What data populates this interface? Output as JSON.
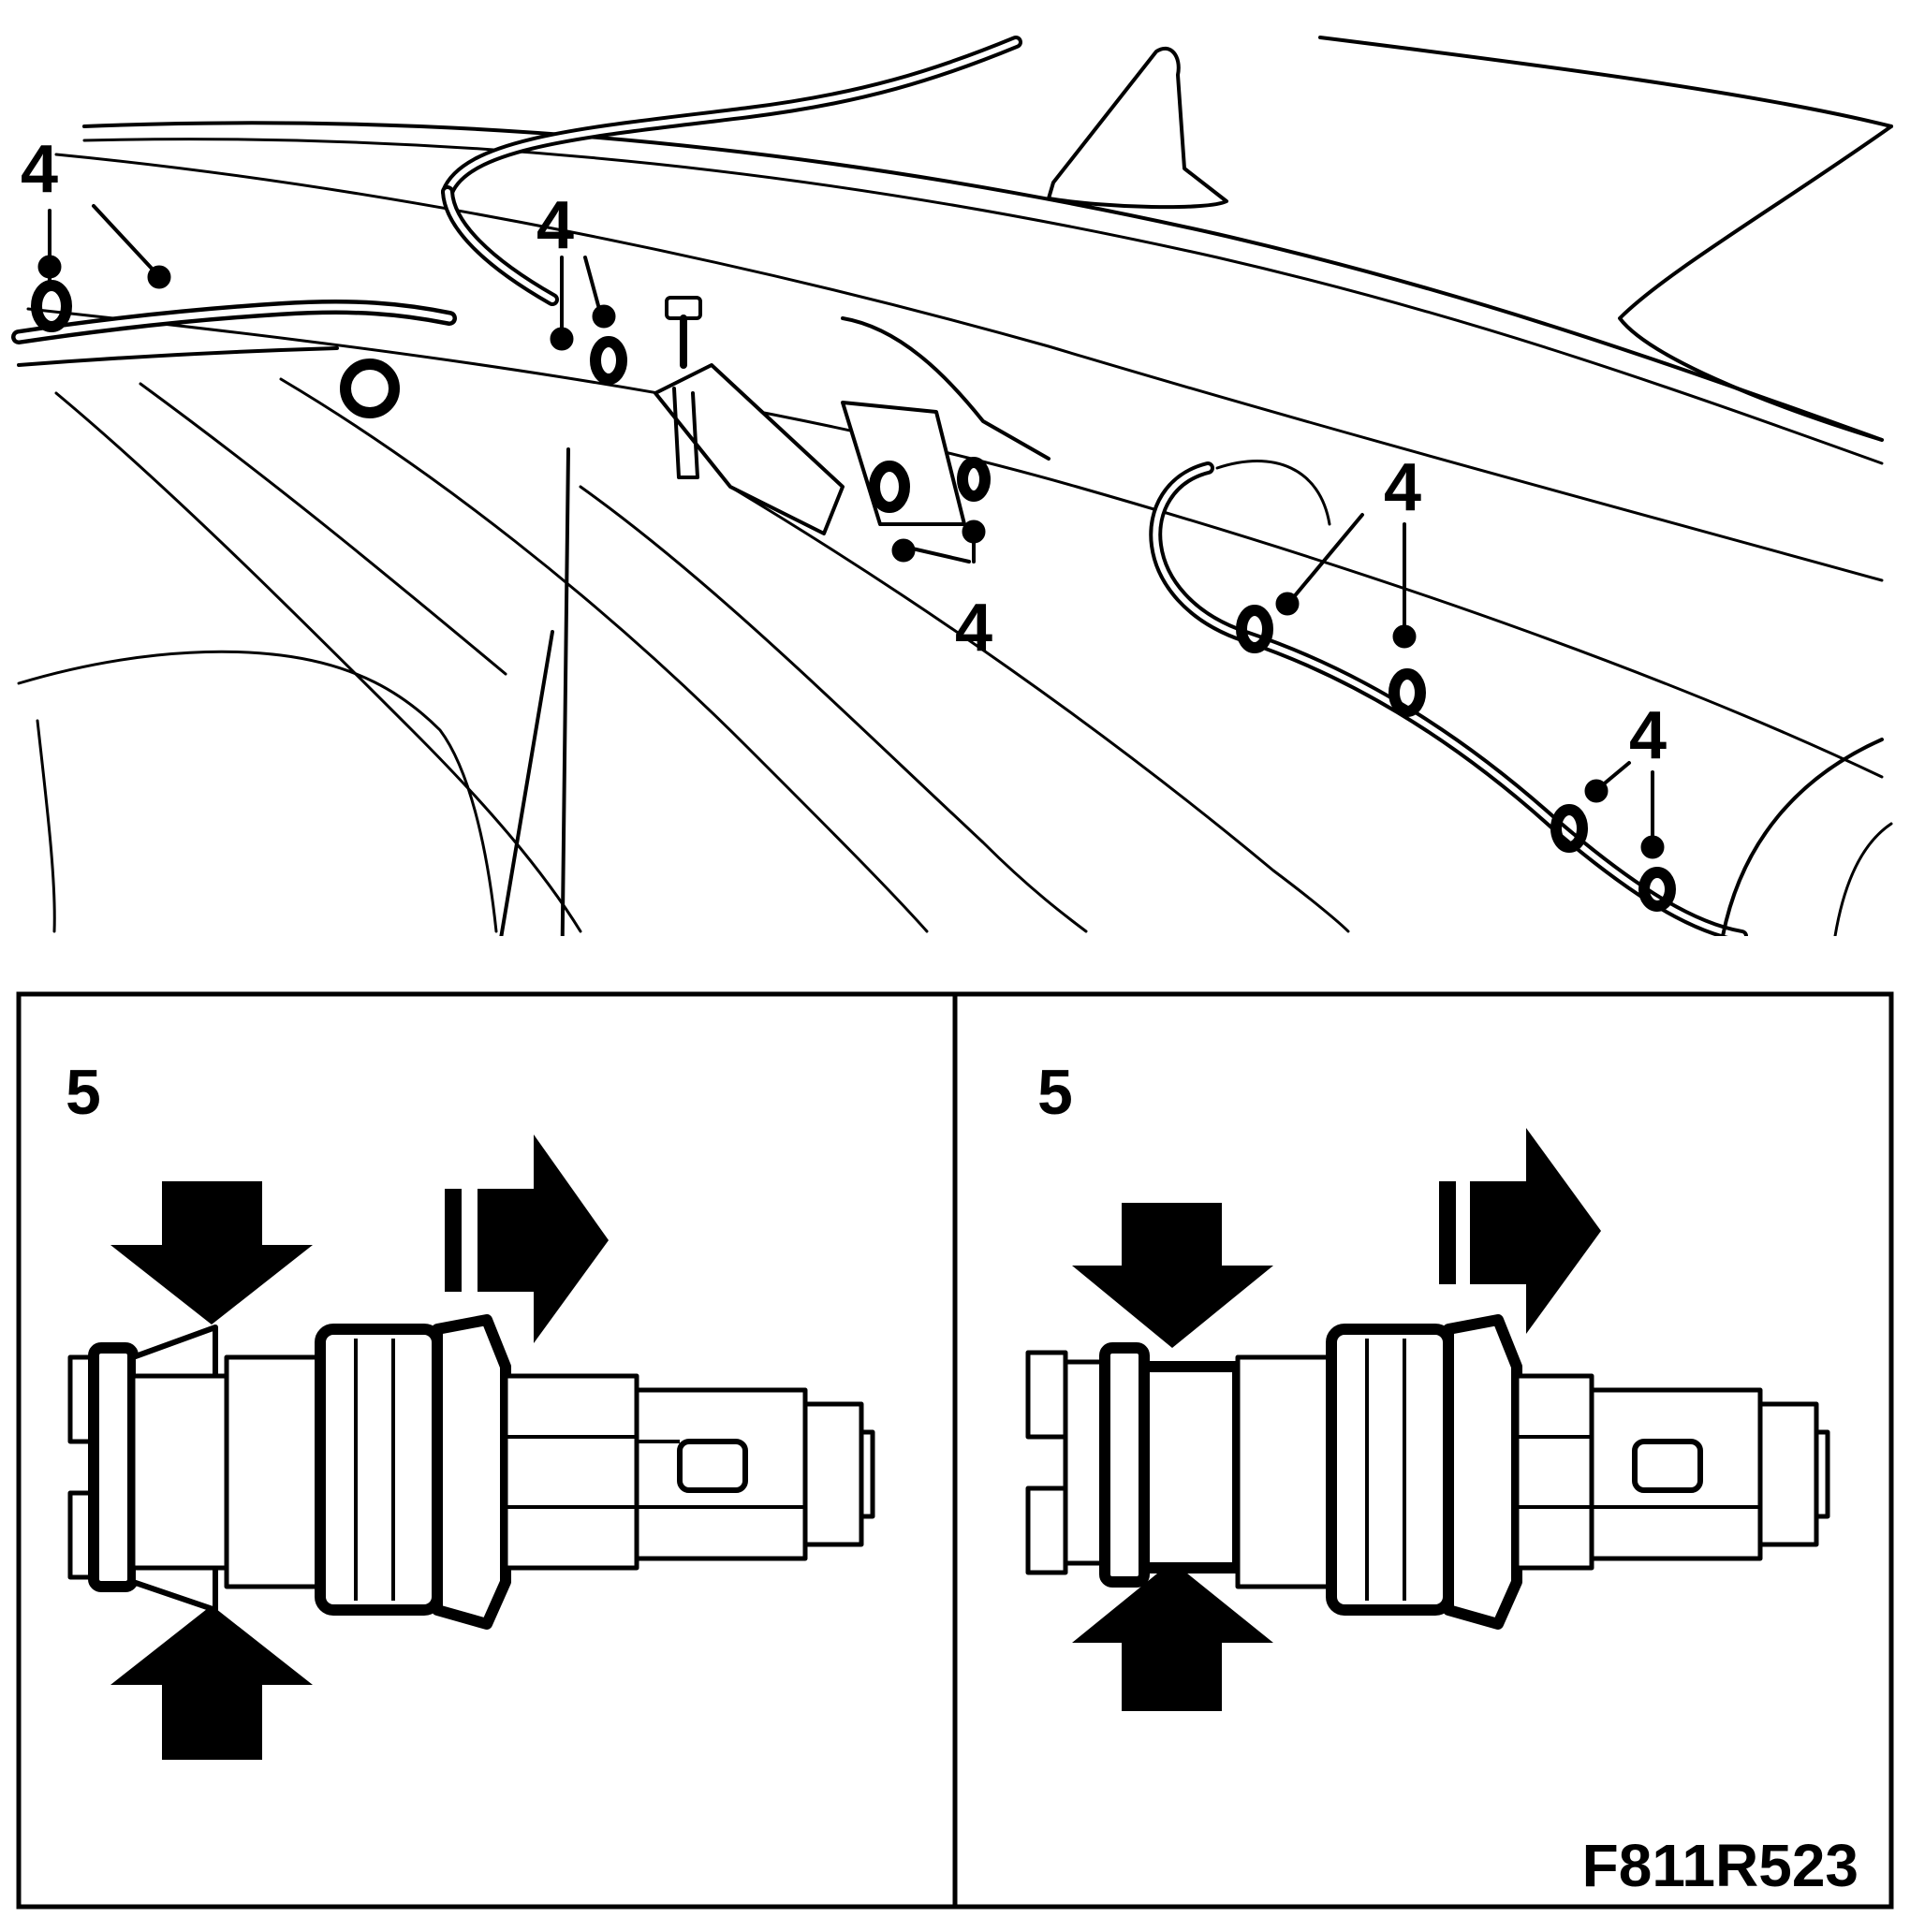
{
  "figure": {
    "id_label": "F811R523",
    "callouts": [
      "4",
      "4",
      "4",
      "4",
      "4",
      "4"
    ],
    "inset_left": {
      "step_label": "5"
    },
    "inset_right": {
      "step_label": "5"
    }
  },
  "colors": {
    "ink": "#000000",
    "paper": "#ffffff"
  }
}
